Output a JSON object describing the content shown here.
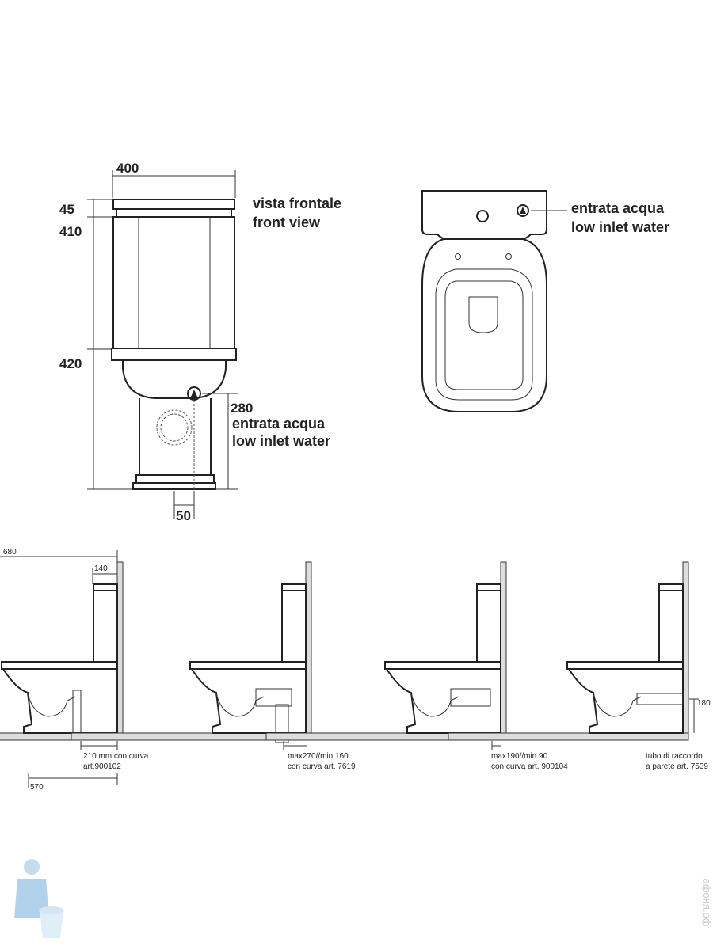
{
  "front_view": {
    "title_it": "vista frontale",
    "title_en": "front view",
    "dim_width": "400",
    "dim_top": "45",
    "dim_tank": "410",
    "dim_bowl": "420",
    "dim_inlet_height": "280",
    "dim_offset": "50",
    "inlet_it": "entrata acqua",
    "inlet_en": "low inlet water"
  },
  "top_view": {
    "inlet_it": "entrata acqua",
    "inlet_en": "low inlet water"
  },
  "side_views": [
    {
      "dim_total": "680",
      "dim_tank": "140",
      "note_1": "210 mm con curva",
      "note_2": "art.900102",
      "dim_floor": "570"
    },
    {
      "note_1": "max270//min.160",
      "note_2": "con curva art. 7619"
    },
    {
      "note_1": "max190//min.90",
      "note_2": "con curva art. 900104"
    },
    {
      "note_1": "tubo di raccordo",
      "note_2": "a parete art. 7539",
      "dim_height": "180"
    }
  ],
  "watermark": "афоня.рф"
}
